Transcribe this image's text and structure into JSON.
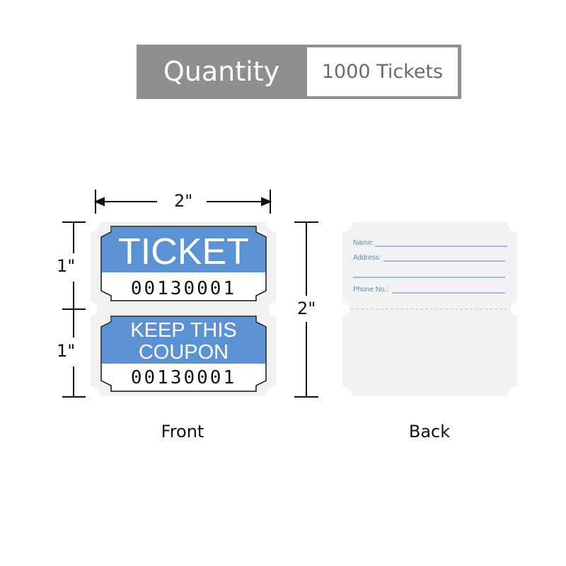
{
  "quantity": {
    "label": "Quantity",
    "value": "1000 Tickets"
  },
  "dimensions": {
    "width": "2\"",
    "height_top": "1\"",
    "height_bottom": "1\"",
    "height_total": "2\""
  },
  "front": {
    "caption": "Front",
    "top_ticket": {
      "title": "TICKET",
      "serial": "00130001"
    },
    "bottom_ticket": {
      "title_line1": "KEEP THIS",
      "title_line2": "COUPON",
      "serial": "00130001"
    }
  },
  "back": {
    "caption": "Back",
    "fields": {
      "name": "Name:",
      "address": "Address:",
      "phone": "Phone No.:"
    }
  },
  "colors": {
    "ticket_blue": "#5b92d4",
    "banner_gray": "#8f8f8f",
    "back_line": "#5a86b5"
  }
}
